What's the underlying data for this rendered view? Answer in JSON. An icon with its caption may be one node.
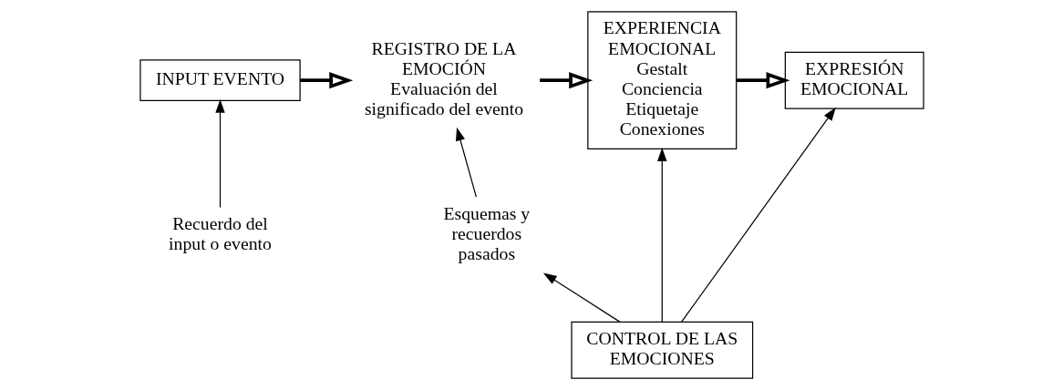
{
  "diagram": {
    "nodes": [
      {
        "text": [
          "INPUT EVENTO"
        ]
      },
      {
        "text": [
          "Recuerdo del input o evento"
        ]
      },
      {
        "text": [
          "REGISTRO DE LA EMOCIÓN",
          "Evaluación del significado del evento"
        ]
      },
      {
        "text": [
          "Esquemas y recuerdos pasados"
        ]
      },
      {
        "text": [
          "EXPERIENCIA EMOCIONAL",
          "Gestalt",
          "Conciencia",
          "Etiquetaje",
          "Conexiones"
        ]
      },
      {
        "text": [
          "EXPRESIÓN EMOCIONAL"
        ]
      },
      {
        "text": [
          "CONTROL DE LAS EMOCIONES"
        ]
      }
    ],
    "edges": [
      {
        "from": 1,
        "to": 0,
        "arrow": "to"
      },
      {
        "from": 0,
        "to": 2,
        "arrow": "to",
        "style": "thick"
      },
      {
        "from": 2,
        "to": 4,
        "arrow": "to",
        "style": "thick"
      },
      {
        "from": 4,
        "to": 5,
        "arrow": "to",
        "style": "thick"
      },
      {
        "from": 3,
        "to": 2,
        "arrow": "to"
      },
      {
        "from": 6,
        "to": 3,
        "arrow": "to"
      },
      {
        "from": 6,
        "to": 4,
        "arrow": "to"
      },
      {
        "from": 6,
        "to": 5,
        "arrow": "to"
      }
    ]
  }
}
